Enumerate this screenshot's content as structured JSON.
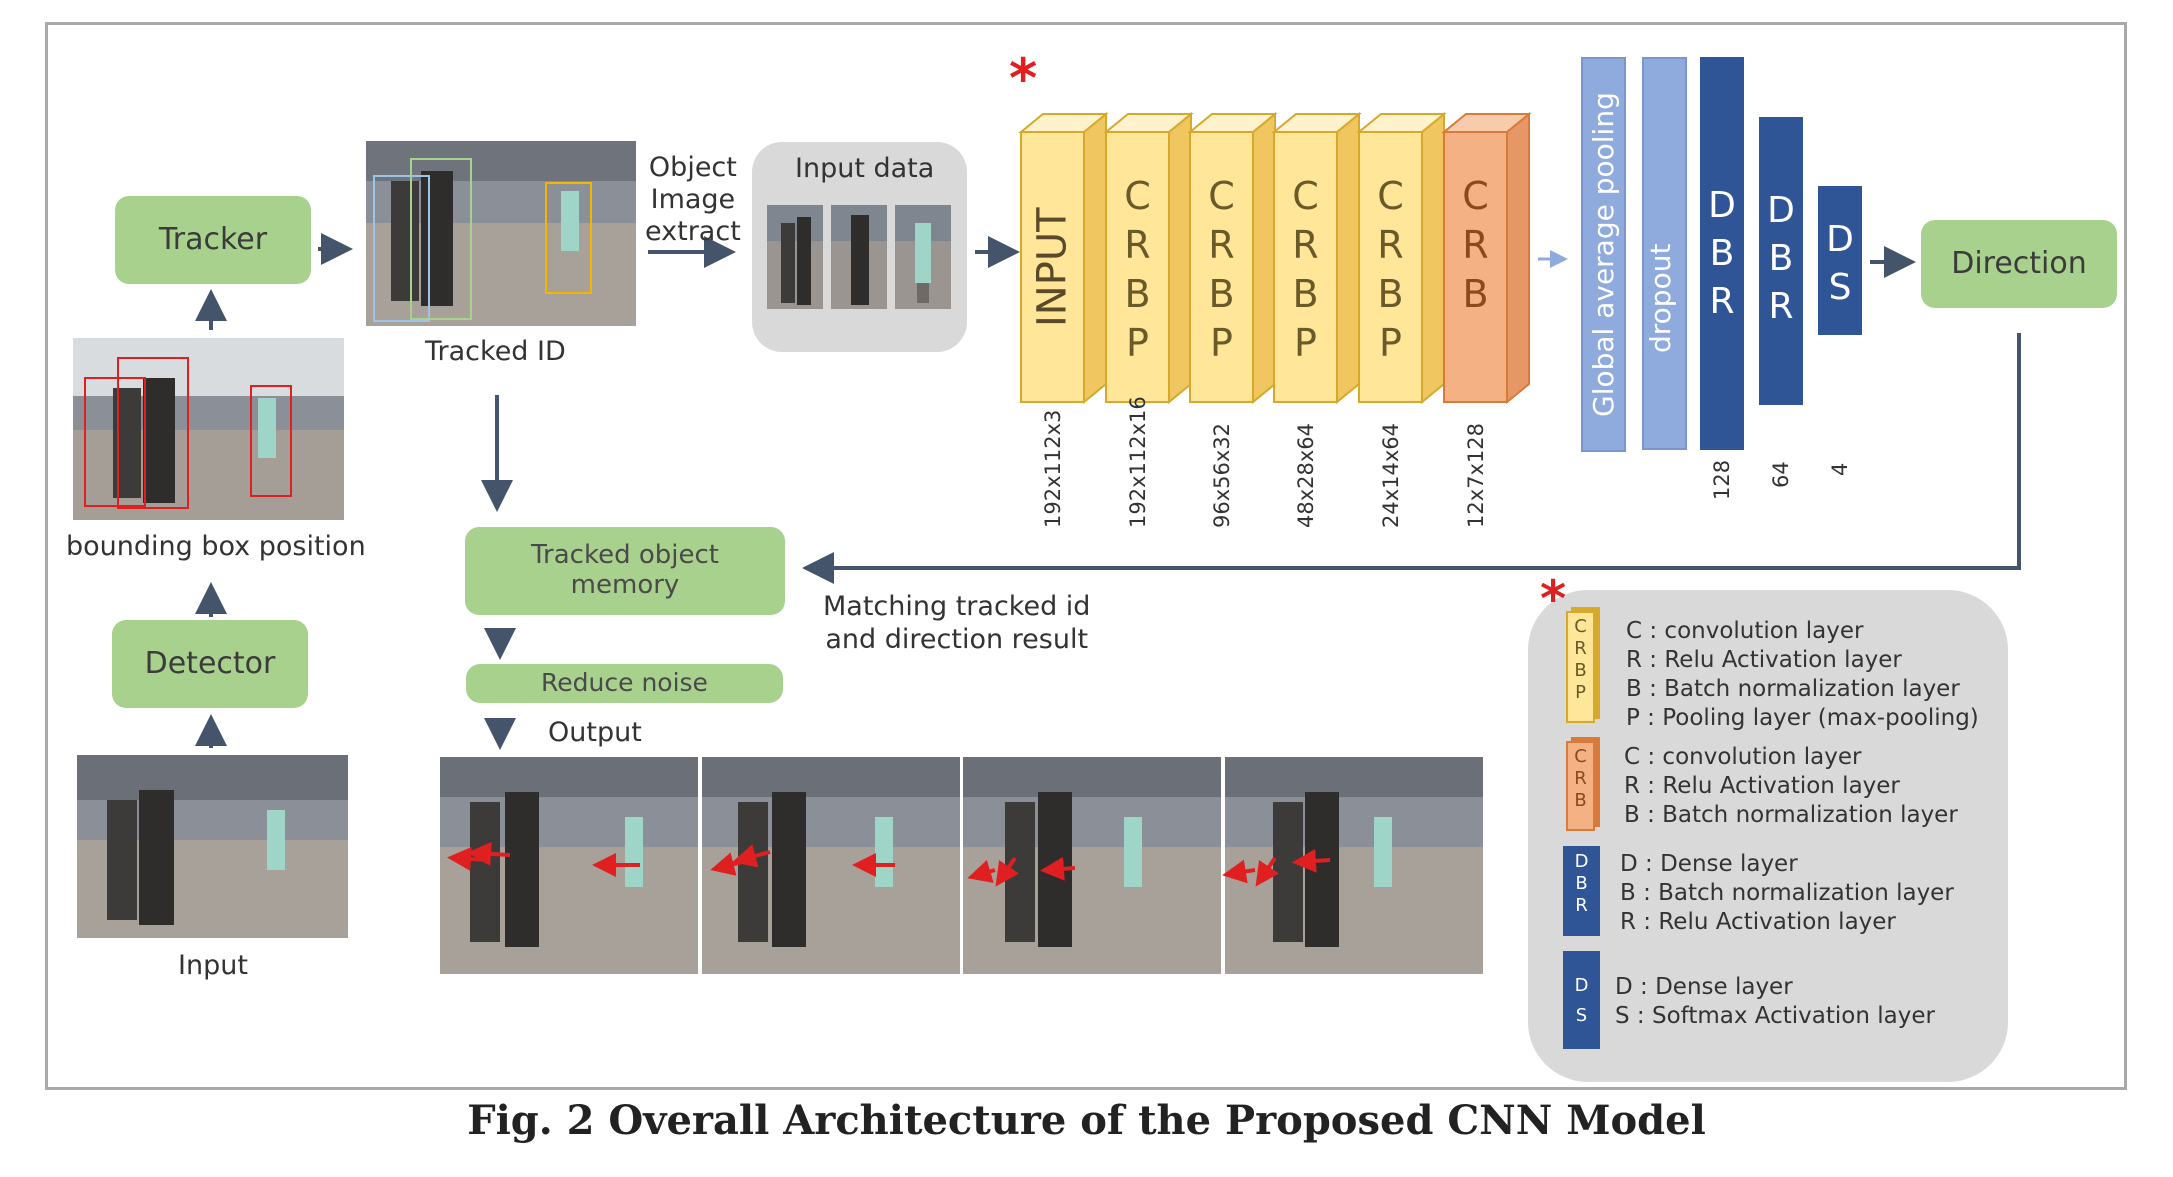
{
  "boxes": {
    "tracker": "Tracker",
    "detector": "Detector",
    "direction": "Direction",
    "tracked_memory": "Tracked object\nmemory",
    "reduce_noise": "Reduce noise"
  },
  "labels": {
    "bbox_position": "bounding box position",
    "input": "Input",
    "tracked_id": "Tracked ID",
    "object_extract": "Object\nImage\nextract",
    "input_data": "Input data",
    "output": "Output",
    "matching": "Matching tracked id\nand direction result"
  },
  "cnn": {
    "blocks": [
      {
        "text": "INPUT",
        "dim": "192x112x3"
      },
      {
        "text": "C\nR\nB\nP",
        "dim": "192x112x16"
      },
      {
        "text": "C\nR\nB\nP",
        "dim": "96x56x32"
      },
      {
        "text": "C\nR\nB\nP",
        "dim": "48x28x64"
      },
      {
        "text": "C\nR\nB\nP",
        "dim": "24x14x64"
      },
      {
        "text": "C\nR\nB",
        "dim": "12x7x128"
      }
    ],
    "gap": "Global average pooling",
    "dropout": "dropout",
    "dense": [
      {
        "text": "D\nB\nR",
        "dim": "128"
      },
      {
        "text": "D\nB\nR",
        "dim": "64"
      },
      {
        "text": "D\nS",
        "dim": "4"
      }
    ],
    "asterisk": "*"
  },
  "legend": {
    "asterisk": "*",
    "groups": [
      {
        "icon": "C\nR\nB\nP",
        "lines": [
          "C : convolution layer",
          "R : Relu Activation layer",
          "B : Batch normalization layer",
          "P : Pooling layer (max-pooling)"
        ]
      },
      {
        "icon": "C\nR\nB",
        "lines": [
          "C : convolution layer",
          "R : Relu Activation layer",
          "B : Batch normalization layer"
        ]
      },
      {
        "icon": "D\nB\nR",
        "lines": [
          "D : Dense layer",
          "B : Batch normalization layer",
          "R : Relu Activation layer"
        ]
      },
      {
        "icon": "D\nS",
        "lines": [
          "D : Dense layer",
          "S : Softmax Activation layer"
        ]
      }
    ]
  },
  "caption": "Fig. 2 Overall Architecture of the Proposed CNN Model",
  "colors": {
    "green": "#a9d18e",
    "yellow_block": "#ffe699",
    "orange_block": "#f4b183",
    "light_blue": "#8faadc",
    "dark_blue": "#2f5597",
    "arrow": "#44546a",
    "asterisk": "#e02020"
  }
}
